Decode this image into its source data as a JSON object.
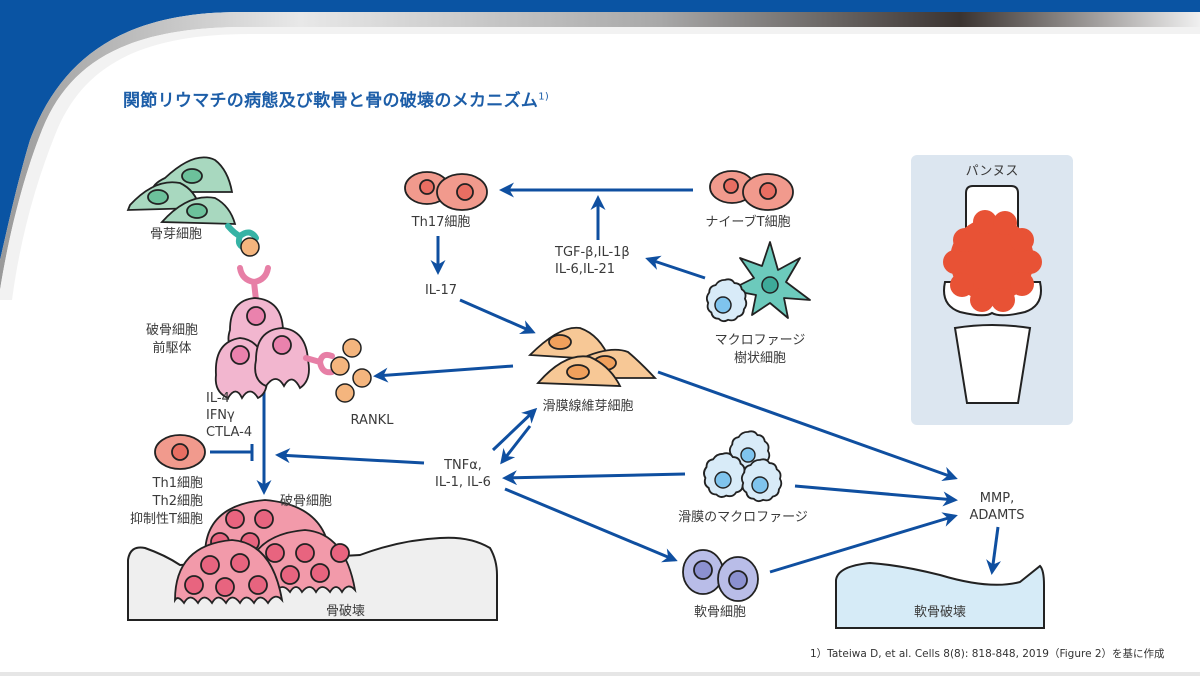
{
  "slide": {
    "title": "関節リウマチの病態及び軟骨と骨の破壊のメカニズム",
    "title_ref": "1)",
    "footnote": "1）Tateiwa D, et al. Cells 8(8): 818-848, 2019（Figure 2）を基に作成",
    "colors": {
      "header_blue": "#0a54a3",
      "title_blue": "#1d5ea8",
      "arrow_blue": "#0f4fa0",
      "osteoblast_green": "#a8d8bf",
      "receptor_teal": "#36b3a5",
      "rankl_orange": "#f4b57e",
      "precursor_pink": "#f2b6cf",
      "osteoclast_pink": "#f29aaa",
      "tcell_red": "#f19a8d",
      "fibroblast_orange": "#f7c896",
      "macrophage_lightblue": "#d8ebf8",
      "dendritic_teal": "#6ccabc",
      "chondrocyte_purple": "#b9bde8",
      "pannus_red": "#e85235",
      "pannus_panel": "#dce6f0",
      "bone_gray": "#efefef",
      "cartilage_blue": "#d6ebf7"
    }
  },
  "labels": {
    "osteoblast": "骨芽細胞",
    "osteoclast_precursor_1": "破骨細胞",
    "osteoclast_precursor_2": "前駆体",
    "inhibitors": [
      "IL-4",
      "IFNγ",
      "CTLA-4"
    ],
    "rankl": "RANKL",
    "th_cells": [
      "Th1細胞",
      "Th2細胞",
      "抑制性T細胞"
    ],
    "osteoclast": "破骨細胞",
    "bone_destruction": "骨破壊",
    "th17": "Th17細胞",
    "il17": "IL-17",
    "cytokines_top": [
      "TGF-β,IL-1β",
      "IL-6,IL-21"
    ],
    "naive_t": "ナイーブT細胞",
    "macrophage_dendritic": [
      "マクロファージ",
      "樹状細胞"
    ],
    "fibroblast": "滑膜線維芽細胞",
    "tnf": [
      "TNFα,",
      "IL-1, IL-6"
    ],
    "synovial_macrophage": "滑膜のマクロファージ",
    "chondrocyte": "軟骨細胞",
    "mmp": [
      "MMP,",
      "ADAMTS"
    ],
    "cartilage_destruction": "軟骨破壊",
    "pannus": "パンヌス"
  }
}
